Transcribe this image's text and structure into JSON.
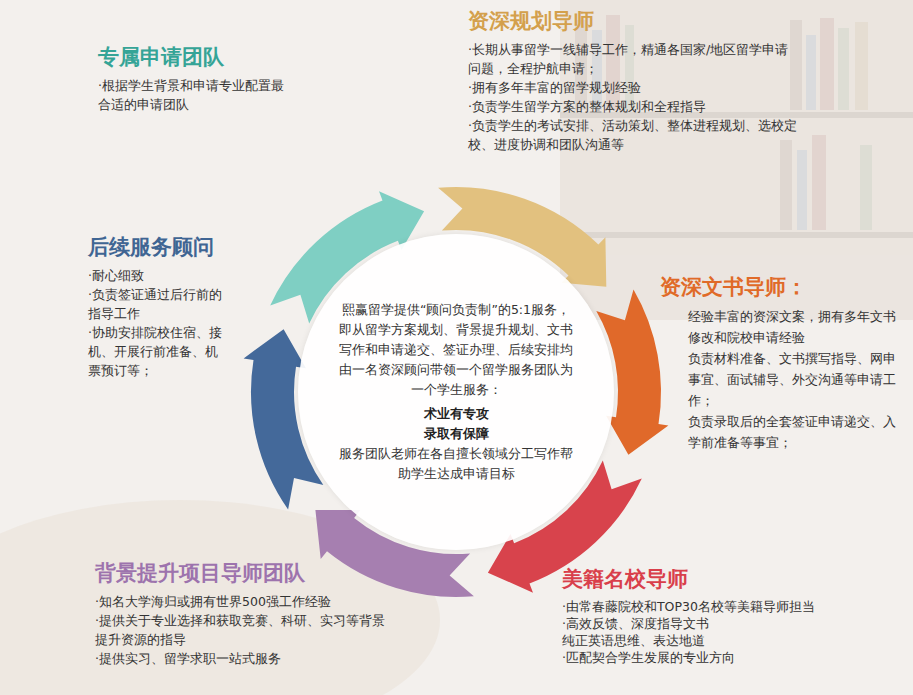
{
  "diagram": {
    "nodes": [
      {
        "text": [
          "熙赢留学提供“顾问负责制”的5:1服务，即从留学方案规划、背景提升规划、文书写作和申请递交、签证办理、后续安排均由一名资深顾问带领一个留学服务团队为一个学生服务：",
          "术业有专攻",
          "录取有保障",
          "服务团队老师在各自擅长领域分工写作帮助学生达成申请目标"
        ]
      }
    ],
    "labels": [
      "专属申请团队",
      "·根据学生背景和申请专业配置最合适的申请团队",
      "资深规划导师",
      "·长期从事留学一线辅导工作，精通各国家/地区留学申请问题，全程护航申请；",
      "·拥有多年丰富的留学规划经验",
      "·负责学生留学方案的整体规划和全程指导",
      "·负责学生的考试安排、活动策划、整体进程规划、选校定校、进度协调和团队沟通等",
      "后续服务顾问",
      "·耐心细致",
      "·负责签证通过后行前的指导工作",
      "·协助安排院校住宿、接机、开展行前准备、机票预订等；",
      "资深文书导师：",
      "经验丰富的资深文案，拥有多年文书修改和院校申请经验",
      "负责材料准备、文书撰写指导、网申事宜、面试辅导、外交沟通等申请工作；",
      "负责录取后的全套签证申请递交、入学前准备等事宜；",
      "背景提升项目导师团队",
      "·知名大学海归或拥有世界500强工作经验",
      "·提供关于专业选择和获取竞赛、科研、实习等背景提升资源的指导",
      "·提供实习、留学求职一站式服务",
      "美籍名校导师",
      "·由常春藤院校和TOP30名校等美籍导师担当",
      "·高效反馈、深度指导文书",
      "纯正英语思维、表达地道",
      "·匹配契合学生发展的专业方向"
    ]
  }
}
